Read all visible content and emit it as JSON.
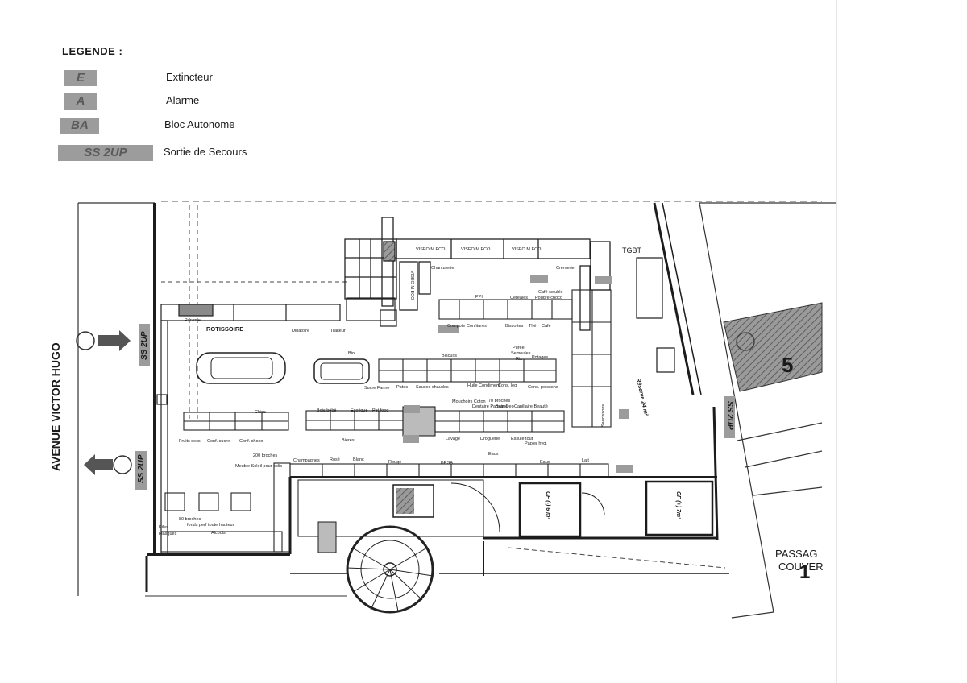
{
  "legend": {
    "title": "LEGENDE :",
    "items": [
      {
        "code": "E",
        "label": "Extincteur"
      },
      {
        "code": "A",
        "label": "Alarme"
      },
      {
        "code": "BA",
        "label": "Bloc Autonome"
      },
      {
        "code": "SS 2UP",
        "label": "Sortie de Secours"
      }
    ]
  },
  "plan": {
    "street": "AVENUE VICTOR HUGO",
    "exit_badge": "SS 2UP",
    "tgbt": "TGBT",
    "passage": [
      "PASSAG",
      "COUVER"
    ],
    "passage_number": "1",
    "parking_number": "5",
    "reserve": "Réserve 24 m²",
    "cf_small": "CF (-) 6 m²",
    "cf_large": "CF (+) 7m²",
    "video": [
      "VISEO M ECO",
      "VISEO M ECO",
      "VISEO M ECO",
      "VISEO M ECO"
    ],
    "rotissoire": "ROTISSOIRE",
    "labels": {
      "charcuterie": "Charcuterie",
      "cremerie": "Cremerie",
      "ppi": "PPI",
      "cafe": "Café soluble",
      "poudre": "Poudre choco",
      "cereales": "Céréales",
      "compote": "Compote Confitures",
      "biscottes": "Biscottes",
      "the": "Thé",
      "cafe2": "Café",
      "traiteur": "Traiteur",
      "dinatoire": "Dinatoire",
      "panimie": "Panimie",
      "bio": "Bio",
      "biscuits": "Biscuits",
      "puree": "Purée",
      "semoules": "Semoules",
      "riz": "Riz",
      "potages": "Potages",
      "pates": "Pates",
      "sauces": "Sauces chaudes",
      "huile": "Huile Condiment",
      "cons_leg": "Cons. leg",
      "cons_poissons": "Cons. poissons",
      "sucre": "Sucre Farine",
      "chips": "Chips",
      "fruits_secs": "Fruits secs",
      "conf_sucre": "Conf. sucre",
      "conf_choco": "Conf. choco",
      "bebe": "Bois bébé",
      "exotique": "Exotique",
      "petfood": "Pet food",
      "bieres": "Bieres",
      "mouchoirs": "Mouchoirs Coton",
      "dentaire": "Dentaire Pansage",
      "broches70": "70 broches",
      "bain": "Bain Deo",
      "capillaire": "Capillaire Beauté",
      "lavage": "Lavage",
      "droguerie": "Droguerie",
      "essuie": "Essuie tout",
      "papier": "Papier hyg.",
      "champagnes": "Champagnes",
      "rose": "Rosé",
      "blanc": "Blanc",
      "rouge": "Rouge",
      "brsa": "BRSA",
      "eaux": "Eaux",
      "lait": "Lait",
      "broches200": "200 broches",
      "meuble": "Meuble Soleil pour colis",
      "broches80": "80 broches",
      "fonds": "fonds perf toute hauteur",
      "alcools": "Alcools",
      "piles": "Piles",
      "flasques": "Flasques",
      "saucissons": "Saucissons"
    }
  },
  "colors": {
    "wall": "#1c1c1c",
    "swatch": "#9c9c9c",
    "hatch": "#7a7a7a"
  }
}
